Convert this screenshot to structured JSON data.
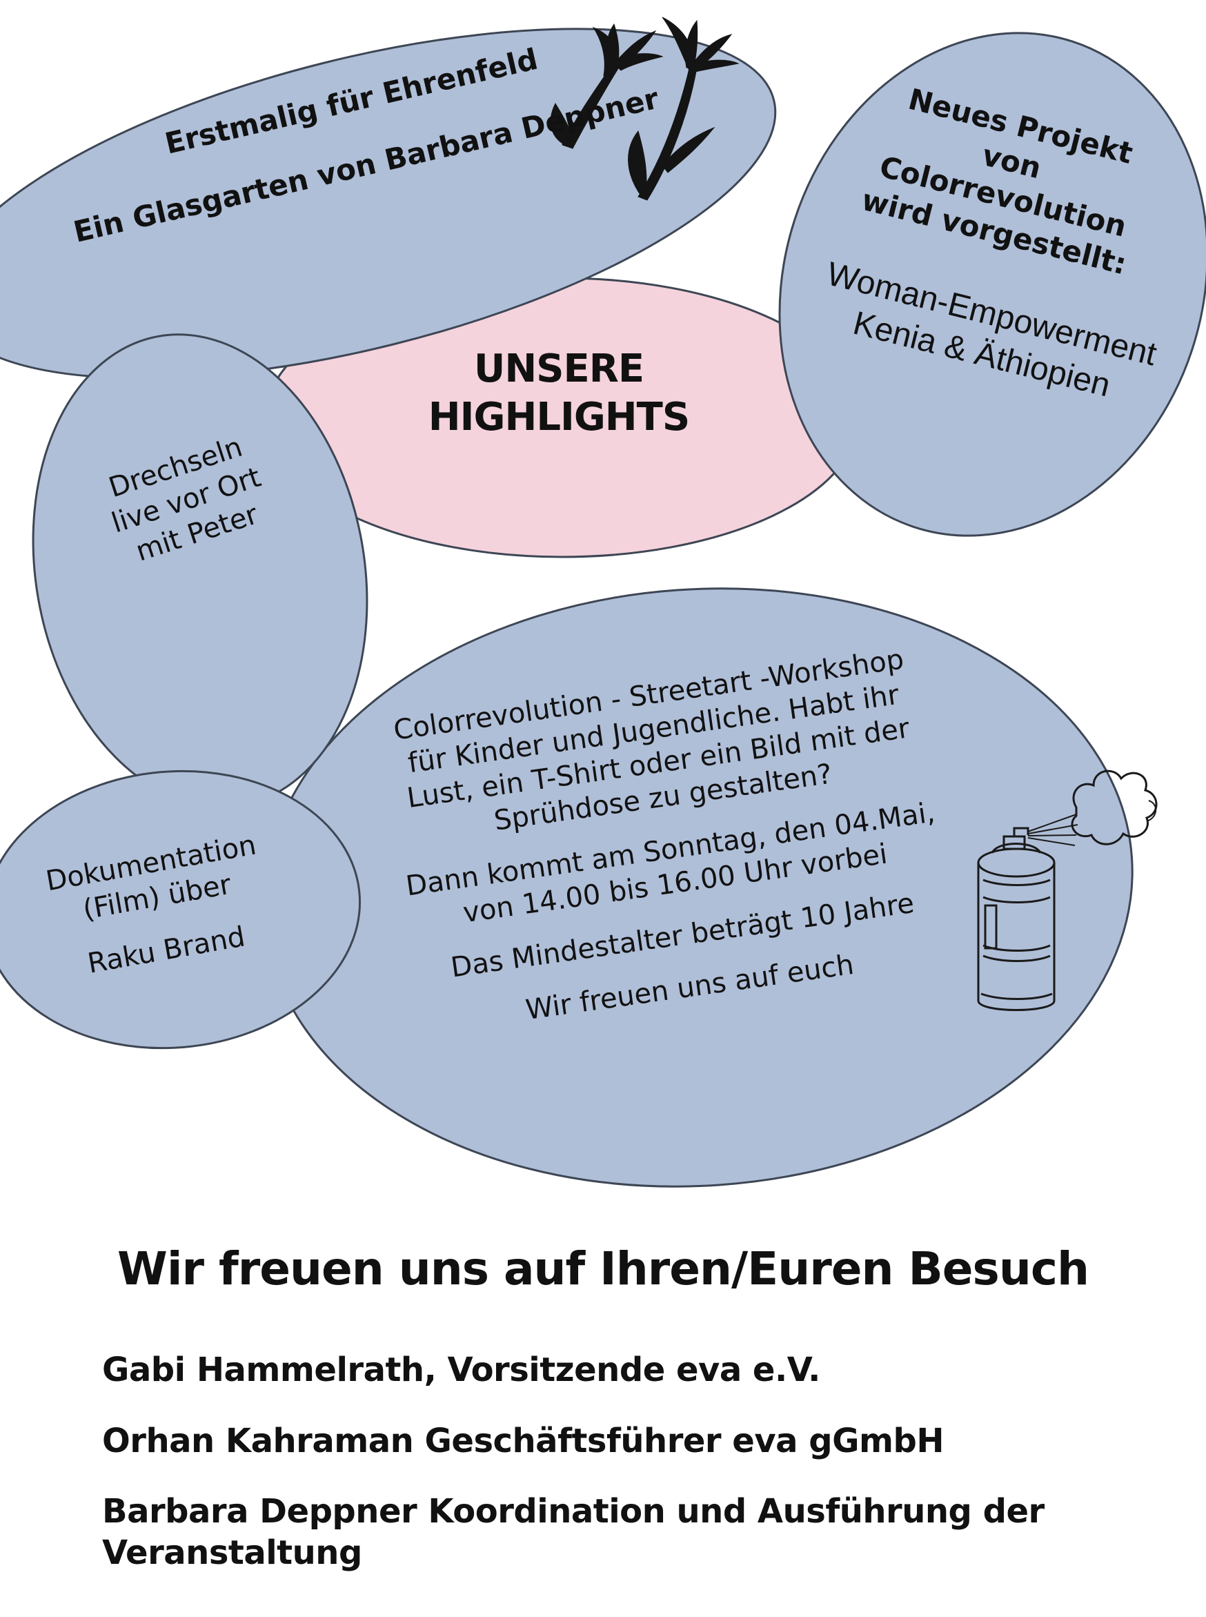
{
  "colors": {
    "bubble_blue": "#b0bfd8",
    "bubble_pink": "#f5d3dc",
    "outline": "#3d4654",
    "text": "#111111"
  },
  "icons": [
    "flower-icon",
    "spray-can-icon",
    "spray-cloud-icon"
  ],
  "bubbles": {
    "glasgarten": {
      "line1": "Erstmalig für Ehrenfeld",
      "line2": "Ein Glasgarten von Barbara Deppner"
    },
    "highlights": {
      "line1": "UNSERE",
      "line2": "HIGHLIGHTS"
    },
    "projekt": {
      "line1": "Neues Projekt",
      "line2": "von",
      "line3": "Colorrevolution",
      "line4": "wird vorgestellt:",
      "line5": "Woman-Empowerment",
      "line6": "Kenia & Äthiopien"
    },
    "drechseln": {
      "line1": "Drechseln",
      "line2": "live vor Ort",
      "line3": "mit Peter"
    },
    "dokumentation": {
      "line1": "Dokumentation",
      "line2": "(Film) über",
      "line3": "Raku Brand"
    },
    "workshop": {
      "line1": "Colorrevolution - Streetart  -Workshop",
      "line2": "für Kinder und Jugendliche. Habt ihr",
      "line3": "Lust, ein T-Shirt oder ein Bild mit der",
      "line4": "Sprühdose zu gestalten?",
      "line5": "Dann kommt am Sonntag, den 04.Mai,",
      "line6": "von 14.00 bis 16.00 Uhr vorbei",
      "line7": "Das Mindestalter beträgt 10 Jahre",
      "line8": "Wir freuen uns auf  euch"
    }
  },
  "footer": {
    "closing": "Wir freuen uns auf Ihren/Euren Besuch",
    "signatures": [
      "Gabi Hammelrath, Vorsitzende eva e.V.",
      "Orhan Kahraman Geschäftsführer eva gGmbH",
      "Barbara Deppner Koordination und Ausführung der Veranstaltung"
    ]
  }
}
